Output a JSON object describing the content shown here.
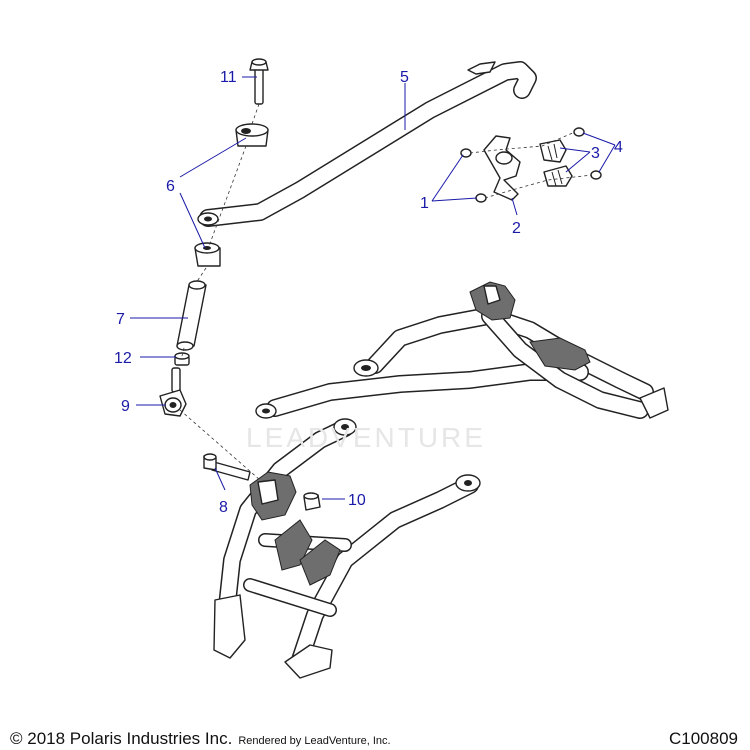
{
  "callouts": [
    "1",
    "2",
    "3",
    "4",
    "5",
    "6",
    "7",
    "8",
    "9",
    "10",
    "11",
    "12"
  ],
  "watermark": "LEADVENTURE",
  "footer": {
    "copyright": "© 2018 Polaris Industries Inc.",
    "rendered_by": "Rendered by LeadVenture, Inc.",
    "figure_code": "C100809"
  }
}
